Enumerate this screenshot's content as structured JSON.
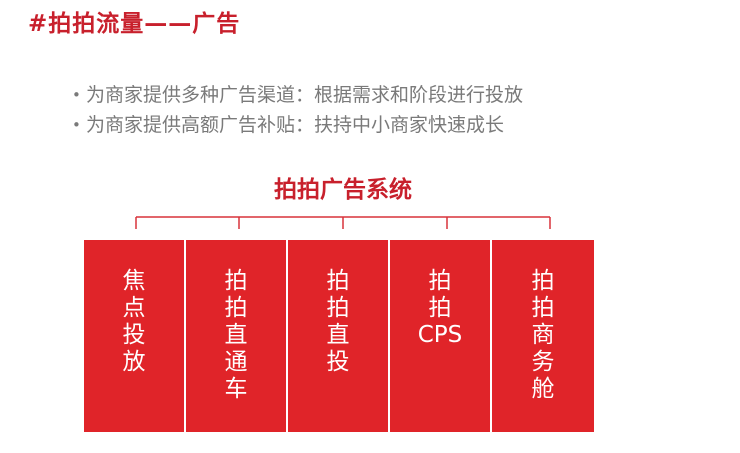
{
  "title": "#拍拍流量——广告",
  "bullets": [
    "为商家提供多种广告渠道：根据需求和阶段进行投放",
    "为商家提供高额广告补贴：扶持中小商家快速成长"
  ],
  "bullet_glyph": "•",
  "system_title": "拍拍广告系统",
  "boxes": [
    {
      "label": "焦\n点\n投\n放"
    },
    {
      "label": "拍\n拍\n直\n通\n车"
    },
    {
      "label": "拍\n拍\n直\n投"
    },
    {
      "label": "拍\n拍\nCPS"
    },
    {
      "label": "拍\n拍\n商\n务\n舱"
    }
  ],
  "colors": {
    "accent": "#c8202c",
    "box_fill": "#e02429",
    "bullet_text": "#7a7a7a",
    "bracket_line": "#d8323a"
  }
}
